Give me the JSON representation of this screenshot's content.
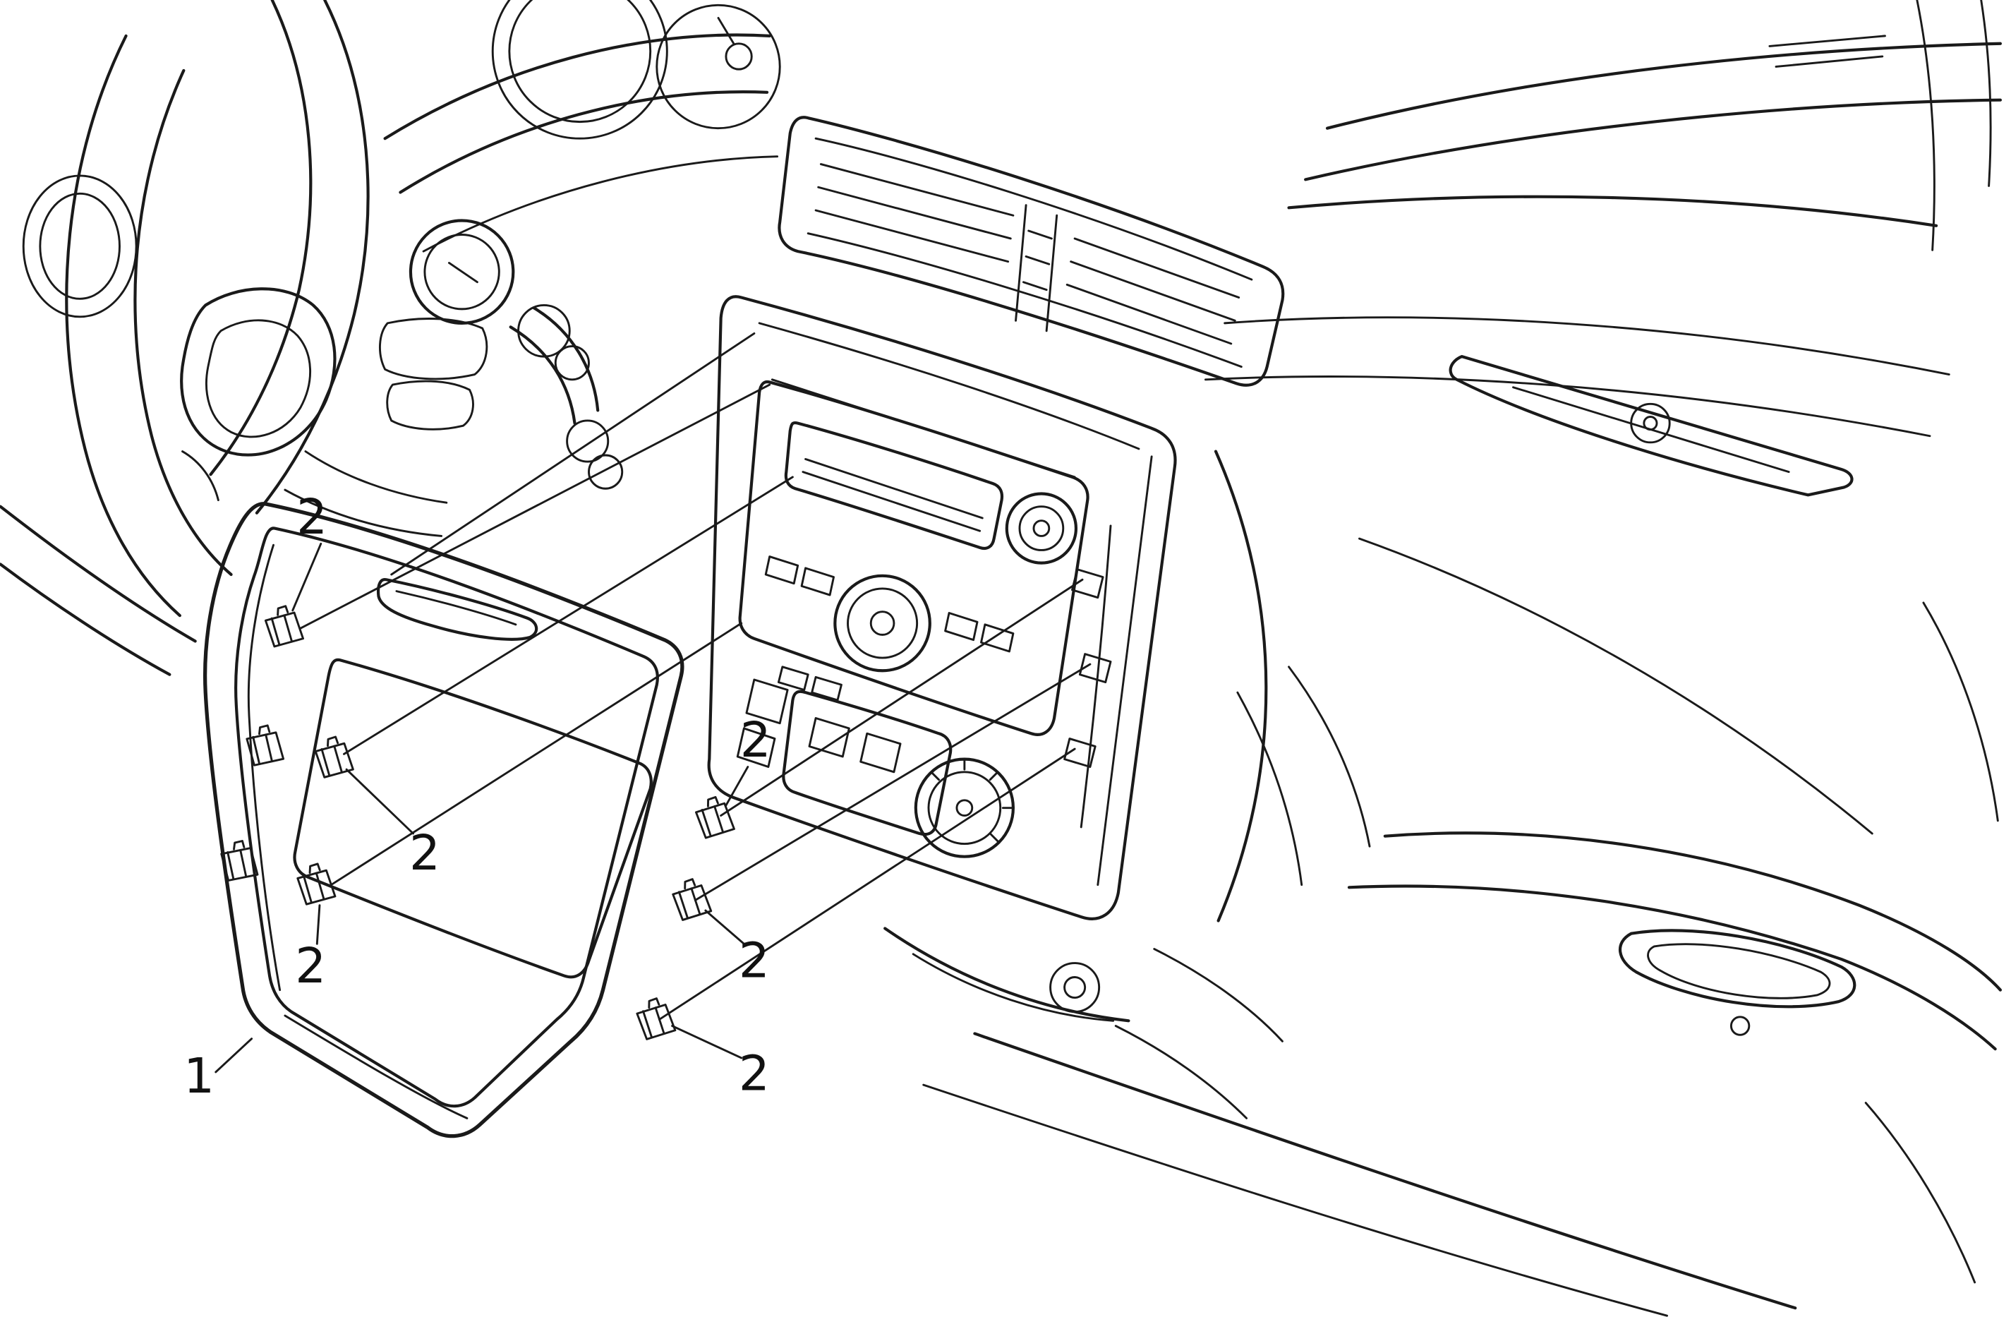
{
  "figure": {
    "background_color": "#ffffff",
    "line_color": "#1a1a1a",
    "kind": "service-manual-line-illustration"
  },
  "callouts": [
    {
      "id": "callout-1",
      "label": "1"
    },
    {
      "id": "callout-2a",
      "label": "2"
    },
    {
      "id": "callout-2b",
      "label": "2"
    },
    {
      "id": "callout-2c",
      "label": "2"
    },
    {
      "id": "callout-2d",
      "label": "2"
    },
    {
      "id": "callout-2e",
      "label": "2"
    },
    {
      "id": "callout-2f",
      "label": "2"
    }
  ]
}
